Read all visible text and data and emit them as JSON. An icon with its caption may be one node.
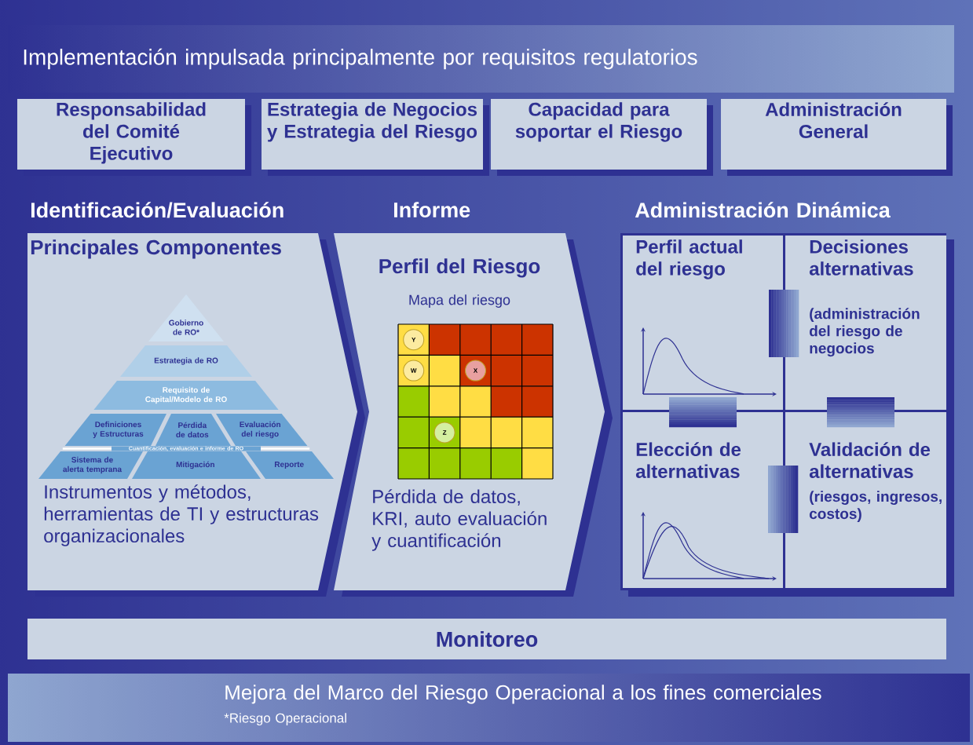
{
  "diagram": {
    "nodes": [
      {
        "text": [
          "Implementación impulsada principalmente por requisitos regulatorios"
        ]
      },
      {
        "text": [
          "Responsabilidad del Comité Ejecutivo"
        ]
      },
      {
        "text": [
          "Estrategia de Negocios y Estrategia del Riesgo"
        ]
      },
      {
        "text": [
          "Capacidad para soportar el Riesgo"
        ]
      },
      {
        "text": [
          "Administración General"
        ]
      },
      {
        "text": [
          "Identificación/Evaluación",
          "Principales Componentes",
          "Instrumentos y métodos, herramientas de TI y estructuras organizacionales"
        ]
      },
      {
        "text": [
          "Gobierno de RO*"
        ],
        "in": 5
      },
      {
        "text": [
          "Estrategia de RO"
        ],
        "in": 5
      },
      {
        "text": [
          "Requisito de Capital/Modelo de RO"
        ],
        "in": 5
      },
      {
        "text": [
          "Definiciones y Estructuras"
        ],
        "in": 5
      },
      {
        "text": [
          "Pérdida de datos"
        ],
        "in": 5
      },
      {
        "text": [
          "Evaluación del riesgo"
        ],
        "in": 5
      },
      {
        "text": [
          "Sistema de alerta temprana"
        ],
        "in": 5
      },
      {
        "text": [
          "Mitigación"
        ],
        "in": 5
      },
      {
        "text": [
          "Reporte"
        ],
        "in": 5
      },
      {
        "text": [
          "Informe",
          "Perfil del Riesgo",
          "Mapa del riesgo",
          "Pérdida de datos, KRI, auto evaluación y cuantificación"
        ]
      },
      {
        "text": [],
        "shape": "picture",
        "in": 15
      },
      {
        "text": [
          "Y"
        ],
        "in": 16
      },
      {
        "text": [
          "W"
        ],
        "in": 16
      },
      {
        "text": [
          "X"
        ],
        "in": 16
      },
      {
        "text": [
          "Z"
        ],
        "in": 16
      },
      {
        "text": [
          "Administración Dinámica"
        ]
      },
      {
        "text": [
          "Perfil actual del riesgo"
        ],
        "in": 21
      },
      {
        "text": [
          "Decisiones alternativas",
          "(administración del riesgo de negocios"
        ],
        "in": 21
      },
      {
        "text": [
          "Elección de alternativas"
        ],
        "in": 21
      },
      {
        "text": [
          "Validación de alternativas",
          "(riesgos, ingresos, costos)"
        ],
        "in": 21
      },
      {
        "text": [
          "Monitoreo"
        ]
      },
      {
        "text": [
          "Mejora del Marco del Riesgo Operacional a los fines comerciales",
          "*Riesgo Operacional"
        ]
      }
    ],
    "labels": [
      "Cuantificación, evaluación e informe de RO"
    ]
  }
}
